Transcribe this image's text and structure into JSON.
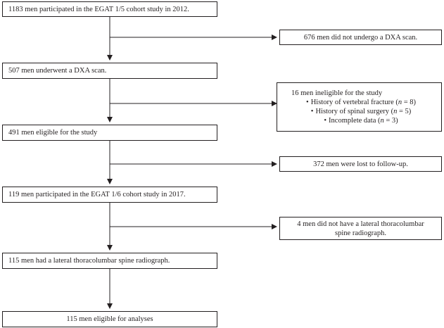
{
  "flow": {
    "main": [
      "1183 men participated in the EGAT 1/5 cohort study in 2012.",
      "507 men underwent a DXA scan.",
      "491 men eligible for the study",
      "119 men participated in the EGAT 1/6 cohort study in 2017.",
      "115 men had a lateral thoracolumbar spine radiograph.",
      "115 men eligible for analyses"
    ],
    "excluded_1": "676 men did not undergo a DXA scan.",
    "excluded_2": {
      "head": "16 men ineligible for the study",
      "items": [
        {
          "text": "History of vertebral fracture (",
          "n": "n",
          "rest": " = 8)"
        },
        {
          "text": "History of spinal surgery (",
          "n": "n",
          "rest": " = 5)"
        },
        {
          "text": "Incomplete data (",
          "n": "n",
          "rest": " = 3)"
        }
      ],
      "bullet": "•"
    },
    "excluded_3": "372 men were lost to follow-up.",
    "excluded_4": {
      "line1": "4 men did not have a lateral thoracolumbar",
      "line2": "spine radiograph."
    }
  }
}
